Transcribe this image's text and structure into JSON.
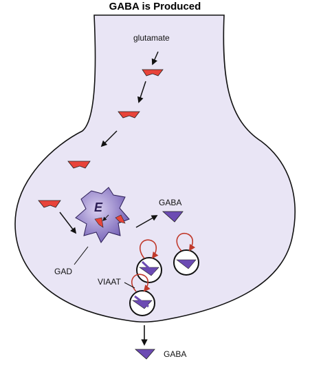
{
  "title": "GABA is Produced",
  "labels": {
    "glutamate": "glutamate",
    "enzyme_letter": "E",
    "gaba_product": "GABA",
    "gad": "GAD",
    "viaat": "VIAAT",
    "gaba_released": "GABA"
  },
  "colors": {
    "terminal_fill": "#e9e5f5",
    "glutamate": "#e8443a",
    "gaba": "#6c4bb3",
    "enzyme": "#8e7cc9",
    "cycle_arrow": "#c0392b"
  },
  "icons": [
    "glutamate-molecule-icon",
    "gad-enzyme-icon",
    "gaba-molecule-icon",
    "vesicle-icon",
    "transport-cycle-icon"
  ]
}
